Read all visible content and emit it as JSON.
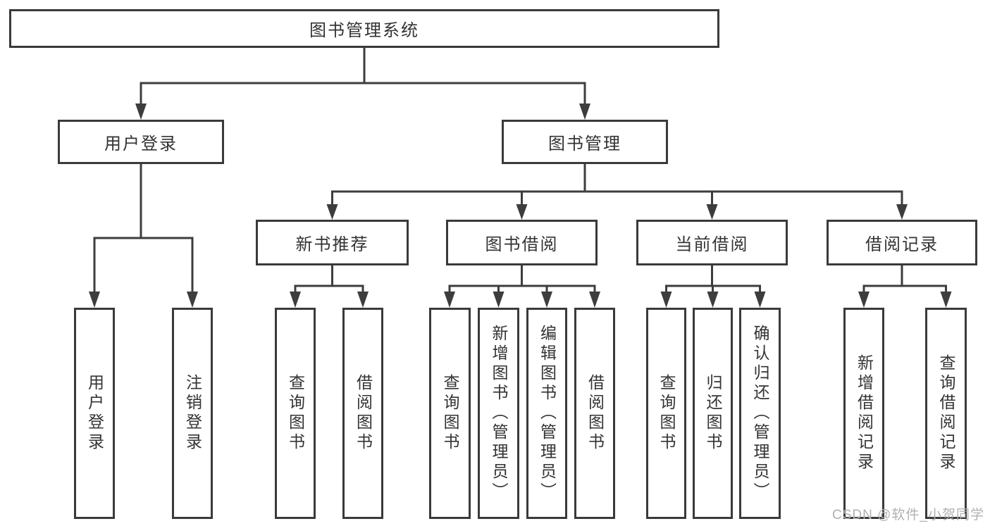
{
  "diagram": {
    "root": {
      "label": "图书管理系统"
    },
    "level2": [
      {
        "label": "用户登录"
      },
      {
        "label": "图书管理"
      }
    ],
    "level3": [
      {
        "label": "新书推荐"
      },
      {
        "label": "图书借阅"
      },
      {
        "label": "当前借阅"
      },
      {
        "label": "借阅记录"
      }
    ],
    "leaves": {
      "user_login": [
        {
          "label": "用户登录"
        },
        {
          "label": "注销登录"
        }
      ],
      "new_book_recommend": [
        {
          "label": "查询图书"
        },
        {
          "label": "借阅图书"
        }
      ],
      "book_borrow": [
        {
          "label": "查询图书"
        },
        {
          "label": "新增图书（管理员）"
        },
        {
          "label": "编辑图书（管理员）"
        },
        {
          "label": "借阅图书"
        }
      ],
      "current_borrow": [
        {
          "label": "查询图书"
        },
        {
          "label": "归还图书"
        },
        {
          "label": "确认归还（管理员）"
        }
      ],
      "borrow_records": [
        {
          "label": "新增借阅记录"
        },
        {
          "label": "查询借阅记录"
        }
      ]
    },
    "watermark": "CSDN @软件_小贺同学",
    "colors": {
      "line": "#3d3d3d",
      "box_border": "#3a3a3a",
      "text": "#333333",
      "watermark": "#b0b0b0",
      "background": "#ffffff"
    }
  }
}
